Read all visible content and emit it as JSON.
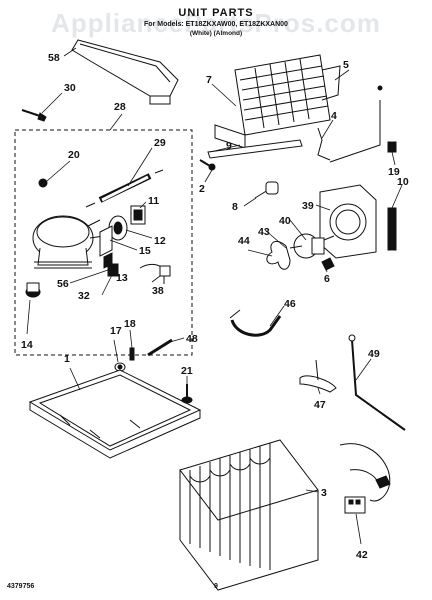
{
  "header": {
    "watermark": "AppliancePartsPros.com",
    "title": "UNIT PARTS",
    "models": "For Models: ET18ZKXAW00, ET18ZKXAN00",
    "colors": "(White)          (Almond)"
  },
  "footer": {
    "doc_number": "4379756",
    "page_number": "9"
  },
  "callouts": {
    "c58": "58",
    "c30": "30",
    "c28": "28",
    "c20": "20",
    "c29": "29",
    "c11": "11",
    "c12": "12",
    "c15": "15",
    "c13": "13",
    "c56": "56",
    "c32": "32",
    "c38": "38",
    "c14": "14",
    "c7": "7",
    "c5": "5",
    "c4": "4",
    "c9": "9",
    "c2": "2",
    "c8": "8",
    "c19": "19",
    "c10": "10",
    "c39": "39",
    "c40": "40",
    "c43": "43",
    "c44": "44",
    "c6": "6",
    "c46": "46",
    "c17": "17",
    "c18": "18",
    "c48": "48",
    "c1": "1",
    "c21": "21",
    "c49": "49",
    "c47": "47",
    "c3": "3",
    "c42": "42"
  }
}
